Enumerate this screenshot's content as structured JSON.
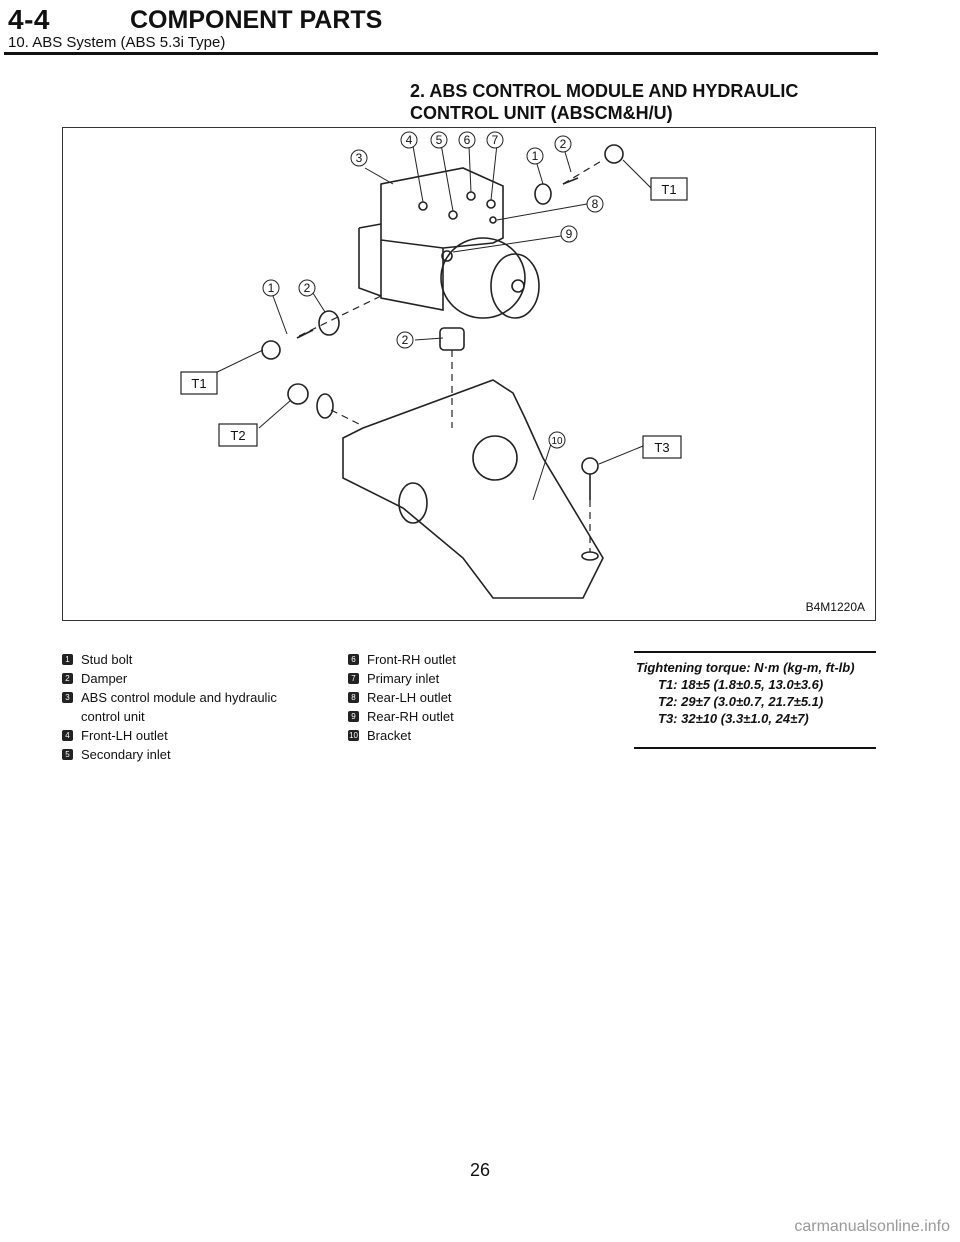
{
  "header": {
    "code": "4-4",
    "title": "COMPONENT PARTS",
    "subtitle": "10. ABS System (ABS 5.3i Type)"
  },
  "section": {
    "title_line1": "2.  ABS CONTROL MODULE AND HYDRAULIC",
    "title_line2": "CONTROL UNIT (ABSCM&H/U)"
  },
  "figure": {
    "code": "B4M1220A",
    "callouts": [
      "1",
      "2",
      "3",
      "4",
      "5",
      "6",
      "7",
      "8",
      "9",
      "10"
    ],
    "torque_labels": [
      "T1",
      "T2",
      "T3"
    ]
  },
  "legend": {
    "col1": [
      {
        "num": "1",
        "text": "Stud bolt"
      },
      {
        "num": "2",
        "text": "Damper"
      },
      {
        "num": "3",
        "text": "ABS control module and hydraulic control unit"
      },
      {
        "num": "4",
        "text": "Front-LH outlet"
      },
      {
        "num": "5",
        "text": "Secondary inlet"
      }
    ],
    "col2": [
      {
        "num": "6",
        "text": "Front-RH outlet"
      },
      {
        "num": "7",
        "text": "Primary inlet"
      },
      {
        "num": "8",
        "text": "Rear-LH outlet"
      },
      {
        "num": "9",
        "text": "Rear-RH outlet"
      },
      {
        "num": "10",
        "text": "Bracket"
      }
    ]
  },
  "torque": {
    "heading": "Tightening torque: N·m (kg-m, ft-lb)",
    "t1": "T1: 18±5 (1.8±0.5, 13.0±3.6)",
    "t2": "T2: 29±7 (3.0±0.7, 21.7±5.1)",
    "t3": "T3: 32±10 (3.3±1.0, 24±7)"
  },
  "footer": {
    "page_number": "26",
    "watermark": "carmanualsonline.info"
  }
}
